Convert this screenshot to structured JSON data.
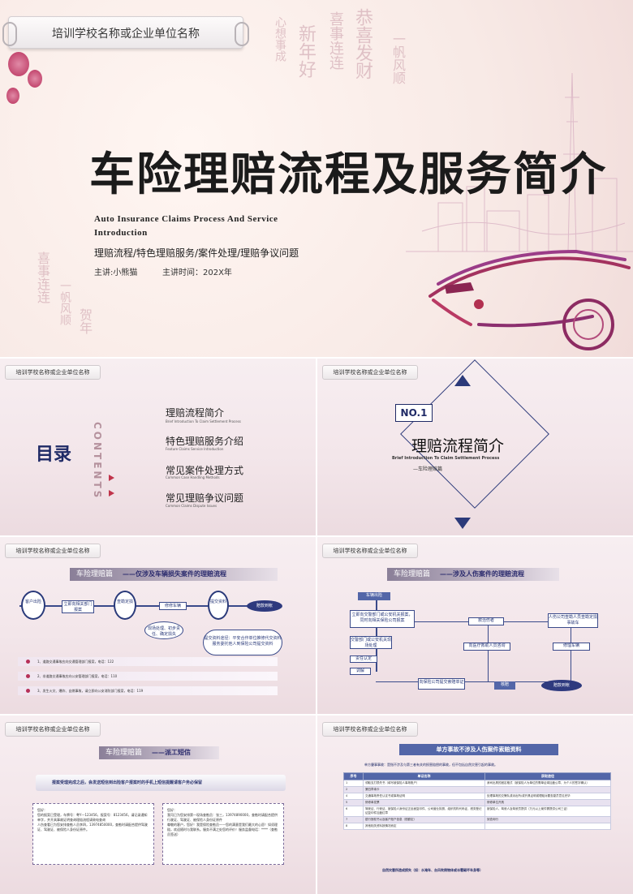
{
  "title_slide": {
    "org": "培训学校名称或企业单位名称",
    "title": "车险理赔流程及服务简介",
    "subtitle_en": "Auto Insurance Claims Process And Service Introduction",
    "subtitle_cn": "理赔流程/特色理赔服务/案件处理/理赔争议问题",
    "presenter": "主讲:小熊猫",
    "time": "主讲时间：202X年",
    "callig": [
      "喜事连连",
      "新年好",
      "恭喜发财",
      "一帆风顺",
      "贺年",
      "心想事成"
    ]
  },
  "toc_slide": {
    "org": "培训学校名称或企业单位名称",
    "heading": "目录",
    "contents_word": "CONTENTS",
    "items": [
      {
        "cn": "理赔流程简介",
        "en": "Brief Introduction To Claim Settlement Process"
      },
      {
        "cn": "特色理赔服务介绍",
        "en": "Feature Claims Service Introduction"
      },
      {
        "cn": "常见案件处理方式",
        "en": "Common Case Handling Methods"
      },
      {
        "cn": "常见理赔争议问题",
        "en": "Common Claims Dispute Issues"
      }
    ]
  },
  "section_slide": {
    "org": "培训学校名称或企业单位名称",
    "badge": "NO.1",
    "title": "理赔流程简介",
    "en": "Brief Introduction To Claim Settlement Process",
    "sub": "—车险理赔篇"
  },
  "flow1_slide": {
    "org": "培训学校名称或企业单位名称",
    "banner": "车险理赔篇",
    "banner_note": "——仅涉及车辆损失案件的理赔流程",
    "nodes": [
      "客户出险",
      "立即向相关部门报案",
      "查勘定损",
      "修修车辆",
      "提交资料",
      "赔款到帐"
    ],
    "bubble1": "现场处理、初步责任、确定损失",
    "bubble2": "提交资料途径：平安合作单位推修代交资料服务委托他人到保险公司提交资料",
    "notes": [
      "1、道路交通事故应向交通管理部门报案，电话：122",
      "2、非道路交通事故应向公安管理部门报案，电话：110",
      "3、发生火灾、爆炸、自燃事故，请立即向公安消防部门报案，电话：119"
    ]
  },
  "flow2_slide": {
    "org": "培训学校名称或企业单位名称",
    "banner": "车险理赔篇",
    "banner_note": "——涉及人伤案件的理赔流程",
    "boxes": [
      "车辆出险",
      "立即向交警部门或公安机关报案，同时向相关保险公司报案",
      "交警部门或公安机关现场处理",
      "责任认定",
      "调解",
      "救治伤者",
      "向医疗救助人员咨询",
      "修理车辆",
      "人伤公司查勘人员查勘定损事故车",
      "向保险公司提交索赔单证",
      "核赔",
      "赔款到帐"
    ]
  },
  "dispatch_slide": {
    "org": "培训学校名称或企业单位名称",
    "banner": "车险理赔篇",
    "banner_note": "——派工短信",
    "header": "报案受理完成之后，会发送短信到出险客户报案时的手机上短信提醒请客户务必保留",
    "left_lines": [
      "您好：",
      "您的报案已受理，车牌号：粤Y—123456，报案号：8123456，请记录通知单字，并开具事故证明查询理赔流程请致电查询",
      "人伤查看已为您安排查勘人员李四，13974850000，查勘时请配合提供驾驶证、驾驶证、被保险人身份证原件。"
    ],
    "right_lines": [
      "您好：",
      "我司已为您安排第一现场查勘员：张三，13974890000，查勘时请配合提供行驶证、驾驶证、被保险人身份证原件",
      "尊敬的客户，您好！我是保险查勘员——您的满意是我们最大的心愿！如须理赔，欢迎随时与我联系。服务不满之处您的评价！服务监督电话：****（查勘员签送）"
    ]
  },
  "docs_slide": {
    "org": "培训学校名称或企业单位名称",
    "title": "单方事故不涉及人伤案件索赔资料",
    "note": "单方肇事事故：是指不涉及与第三者有关的损害赔偿的事故，但不包括自然灾害引起的事故。",
    "columns": [
      "序号",
      "单证名称",
      "获取途径"
    ],
    "rows": [
      [
        "1",
        "领取支打损失书（填写被保险人事故账户）",
        "我司出具的固定格式（被保险人为单位的需单证填加盖公章，为个人的签字确认）"
      ],
      [
        "2",
        "第四章填卡",
        ""
      ],
      [
        "4",
        "交通事故责任认定书或事故证明",
        "处理事故的交警队或派出所/或开具证明或理赔对要查勘员意见完毕"
      ],
      [
        "5",
        "修修单发票",
        "修修单位开具"
      ],
      [
        "6",
        "驾驶证、行驶证、被保险人身份证正反面复印件、公司营业执照、组织机构代码证、税务登记证复印件加盖红章",
        "被保险人、驾驶人及驾驶员提供（万元以上案件需提供公司三证）"
      ],
      [
        "7",
        "银行授权书以及客户账户信息（视额定）",
        "到查询行"
      ],
      [
        "8",
        "其他相关资料按情况而定",
        ""
      ]
    ],
    "footer": "自然灾害所造成损失（如：水淹车、台风吹倒物体或冰雹砸坏车身等）"
  },
  "colors": {
    "navy": "#1f2a66",
    "accent": "#b63058",
    "banner": "#5366a8"
  }
}
